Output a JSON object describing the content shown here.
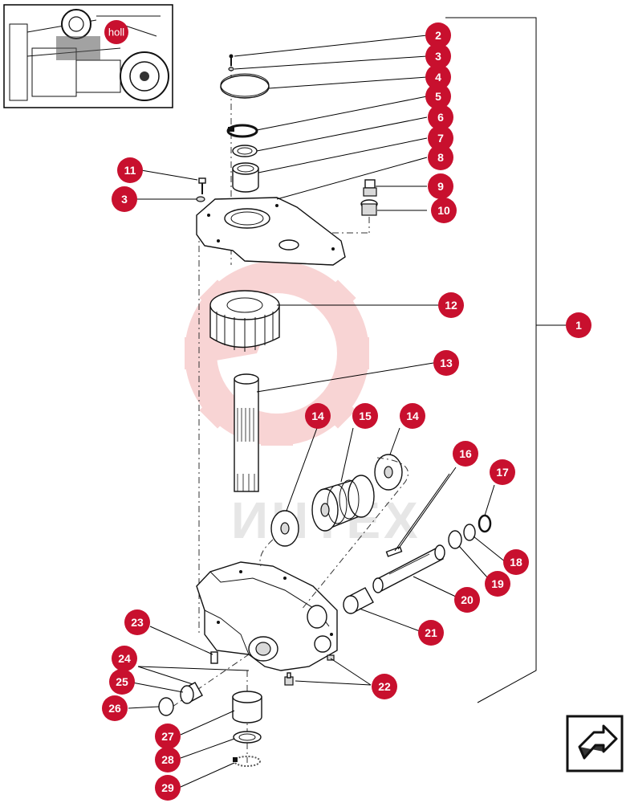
{
  "thumbnail": {
    "badge_text": "holl"
  },
  "watermark": {
    "text": "ИНТЕХ",
    "color": "#f3b2b2"
  },
  "callout_color": "#c8102e",
  "callouts": [
    "2",
    "3",
    "4",
    "5",
    "6",
    "7",
    "8",
    "9",
    "10",
    "11",
    "3",
    "12",
    "13",
    "14",
    "15",
    "14",
    "16",
    "17",
    "18",
    "19",
    "20",
    "21",
    "22",
    "23",
    "24",
    "25",
    "26",
    "27",
    "28",
    "29",
    "1"
  ],
  "nav": {
    "icon": "next-page-arrow-icon"
  }
}
